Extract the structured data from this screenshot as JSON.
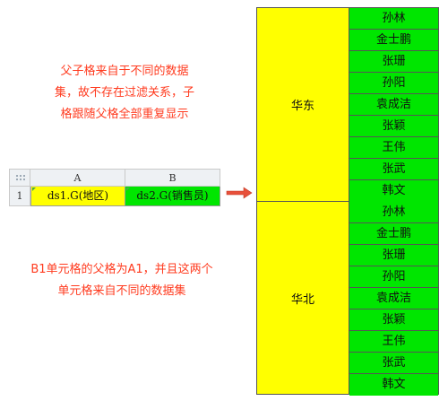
{
  "notes": {
    "top": [
      "父子格来自于不同的数据",
      "集，故不存在过滤关系，子",
      "格跟随父格全部重复显示"
    ],
    "bottom": [
      "B1单元格的父格为A1，并且这两个",
      "单元格来自不同的数据集"
    ]
  },
  "sheet": {
    "columns": [
      "A",
      "B"
    ],
    "row_label": "1",
    "cell_a1": "ds1.G(地区)",
    "cell_b1": "ds2.G(销售员)"
  },
  "result": {
    "groups": [
      {
        "region": "华东",
        "names": [
          "孙林",
          "金士鹏",
          "张珊",
          "孙阳",
          "袁成洁",
          "张颖",
          "王伟",
          "张武",
          "韩文"
        ]
      },
      {
        "region": "华北",
        "names": [
          "孙林",
          "金士鹏",
          "张珊",
          "孙阳",
          "袁成洁",
          "张颖",
          "王伟",
          "张武",
          "韩文"
        ]
      }
    ]
  },
  "colors": {
    "note_text": "#ff3b1f",
    "parent_fill": "#ffff00",
    "child_fill": "#00e600",
    "arrow": "#e8503a"
  }
}
